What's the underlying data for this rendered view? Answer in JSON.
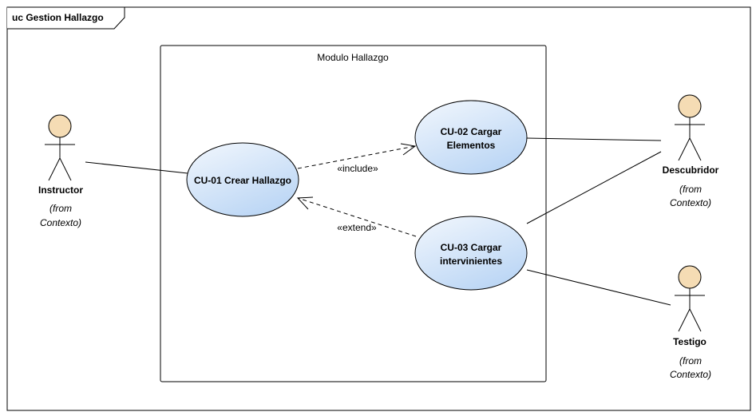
{
  "frame": {
    "title": "uc Gestion Hallazgo"
  },
  "boundary": {
    "title": "Modulo Hallazgo"
  },
  "use_cases": {
    "uc01": {
      "line1": "CU-01 Crear Hallazgo",
      "line2": ""
    },
    "uc02": {
      "line1": "CU-02 Cargar",
      "line2": "Elementos"
    },
    "uc03": {
      "line1": "CU-03 Cargar",
      "line2": "intervinientes"
    }
  },
  "actors": {
    "instructor": {
      "name": "Instructor",
      "from1": "(from",
      "from2": "Contexto)"
    },
    "descubridor": {
      "name": "Descubridor",
      "from1": "(from",
      "from2": "Contexto)"
    },
    "testigo": {
      "name": "Testigo",
      "from1": "(from",
      "from2": "Contexto)"
    }
  },
  "relations": {
    "include": "«include»",
    "extend": "«extend»"
  },
  "colors": {
    "actor_head": "#f5dcb4",
    "usecase_fill_light": "#f2f7fd",
    "usecase_fill_dark": "#bdd7f5",
    "line": "#000000"
  }
}
